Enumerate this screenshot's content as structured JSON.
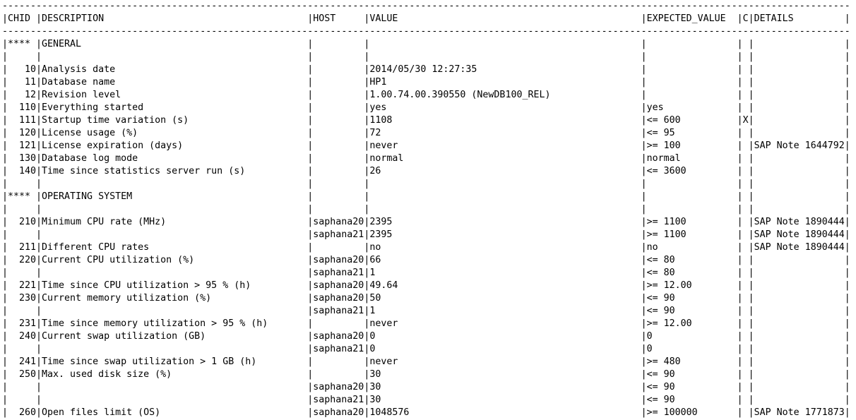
{
  "chars": {
    "pipe": "|",
    "dash": "-",
    "dash_count": 150
  },
  "report": {
    "columns": [
      "CHID",
      "DESCRIPTION",
      "HOST",
      "VALUE",
      "EXPECTED_VALUE",
      "C",
      "DETAILS"
    ],
    "sections": [
      "GENERAL",
      "OPERATING SYSTEM"
    ],
    "rows": [
      {
        "type": "sep"
      },
      {
        "type": "header"
      },
      {
        "type": "sep"
      },
      {
        "type": "section",
        "chid": "****",
        "desc": "GENERAL",
        "host": "",
        "val": "",
        "exp": "",
        "c": "",
        "det": ""
      },
      {
        "type": "blank",
        "chid": "",
        "desc": "",
        "host": "",
        "val": "",
        "exp": "",
        "c": "",
        "det": ""
      },
      {
        "type": "item",
        "chid": "10",
        "desc": "Analysis date",
        "host": "",
        "val": "2014/05/30 12:27:35",
        "exp": "",
        "c": "",
        "det": ""
      },
      {
        "type": "item",
        "chid": "11",
        "desc": "Database name",
        "host": "",
        "val": "HP1",
        "exp": "",
        "c": "",
        "det": ""
      },
      {
        "type": "item",
        "chid": "12",
        "desc": "Revision level",
        "host": "",
        "val": "1.00.74.00.390550 (NewDB100_REL)",
        "exp": "",
        "c": "",
        "det": ""
      },
      {
        "type": "item",
        "chid": "110",
        "desc": "Everything started",
        "host": "",
        "val": "yes",
        "exp": "yes",
        "c": "",
        "det": ""
      },
      {
        "type": "item",
        "chid": "111",
        "desc": "Startup time variation (s)",
        "host": "",
        "val": "1108",
        "exp": "<= 600",
        "c": "X",
        "det": ""
      },
      {
        "type": "item",
        "chid": "120",
        "desc": "License usage (%)",
        "host": "",
        "val": "72",
        "exp": "<= 95",
        "c": "",
        "det": ""
      },
      {
        "type": "item",
        "chid": "121",
        "desc": "License expiration (days)",
        "host": "",
        "val": "never",
        "exp": ">= 100",
        "c": "",
        "det": "SAP Note 1644792"
      },
      {
        "type": "item",
        "chid": "130",
        "desc": "Database log mode",
        "host": "",
        "val": "normal",
        "exp": "normal",
        "c": "",
        "det": ""
      },
      {
        "type": "item",
        "chid": "140",
        "desc": "Time since statistics server run (s)",
        "host": "",
        "val": "26",
        "exp": "<= 3600",
        "c": "",
        "det": ""
      },
      {
        "type": "blank",
        "chid": "",
        "desc": "",
        "host": "",
        "val": "",
        "exp": "",
        "c": "",
        "det": ""
      },
      {
        "type": "section",
        "chid": "****",
        "desc": "OPERATING SYSTEM",
        "host": "",
        "val": "",
        "exp": "",
        "c": "",
        "det": ""
      },
      {
        "type": "blank",
        "chid": "",
        "desc": "",
        "host": "",
        "val": "",
        "exp": "",
        "c": "",
        "det": ""
      },
      {
        "type": "item",
        "chid": "210",
        "desc": "Minimum CPU rate (MHz)",
        "host": "saphana20",
        "val": "2395",
        "exp": ">= 1100",
        "c": "",
        "det": "SAP Note 1890444"
      },
      {
        "type": "item",
        "chid": "",
        "desc": "",
        "host": "saphana21",
        "val": "2395",
        "exp": ">= 1100",
        "c": "",
        "det": "SAP Note 1890444"
      },
      {
        "type": "item",
        "chid": "211",
        "desc": "Different CPU rates",
        "host": "",
        "val": "no",
        "exp": "no",
        "c": "",
        "det": "SAP Note 1890444"
      },
      {
        "type": "item",
        "chid": "220",
        "desc": "Current CPU utilization (%)",
        "host": "saphana20",
        "val": "66",
        "exp": "<= 80",
        "c": "",
        "det": ""
      },
      {
        "type": "item",
        "chid": "",
        "desc": "",
        "host": "saphana21",
        "val": "1",
        "exp": "<= 80",
        "c": "",
        "det": ""
      },
      {
        "type": "item",
        "chid": "221",
        "desc": "Time since CPU utilization > 95 % (h)",
        "host": "saphana20",
        "val": "49.64",
        "exp": ">= 12.00",
        "c": "",
        "det": ""
      },
      {
        "type": "item",
        "chid": "230",
        "desc": "Current memory utilization (%)",
        "host": "saphana20",
        "val": "50",
        "exp": "<= 90",
        "c": "",
        "det": ""
      },
      {
        "type": "item",
        "chid": "",
        "desc": "",
        "host": "saphana21",
        "val": "1",
        "exp": "<= 90",
        "c": "",
        "det": ""
      },
      {
        "type": "item",
        "chid": "231",
        "desc": "Time since memory utilization > 95 % (h)",
        "host": "",
        "val": "never",
        "exp": ">= 12.00",
        "c": "",
        "det": ""
      },
      {
        "type": "item",
        "chid": "240",
        "desc": "Current swap utilization (GB)",
        "host": "saphana20",
        "val": "0",
        "exp": "0",
        "c": "",
        "det": ""
      },
      {
        "type": "item",
        "chid": "",
        "desc": "",
        "host": "saphana21",
        "val": "0",
        "exp": "0",
        "c": "",
        "det": ""
      },
      {
        "type": "item",
        "chid": "241",
        "desc": "Time since swap utilization > 1 GB (h)",
        "host": "",
        "val": "never",
        "exp": ">= 480",
        "c": "",
        "det": ""
      },
      {
        "type": "item",
        "chid": "250",
        "desc": "Max. used disk size (%)",
        "host": "",
        "val": "30",
        "exp": "<= 90",
        "c": "",
        "det": ""
      },
      {
        "type": "item",
        "chid": "",
        "desc": "",
        "host": "saphana20",
        "val": "30",
        "exp": "<= 90",
        "c": "",
        "det": ""
      },
      {
        "type": "item",
        "chid": "",
        "desc": "",
        "host": "saphana21",
        "val": "30",
        "exp": "<= 90",
        "c": "",
        "det": ""
      },
      {
        "type": "item",
        "chid": "260",
        "desc": "Open files limit (OS)",
        "host": "saphana20",
        "val": "1048576",
        "exp": ">= 100000",
        "c": "",
        "det": "SAP Note 1771873"
      }
    ]
  }
}
